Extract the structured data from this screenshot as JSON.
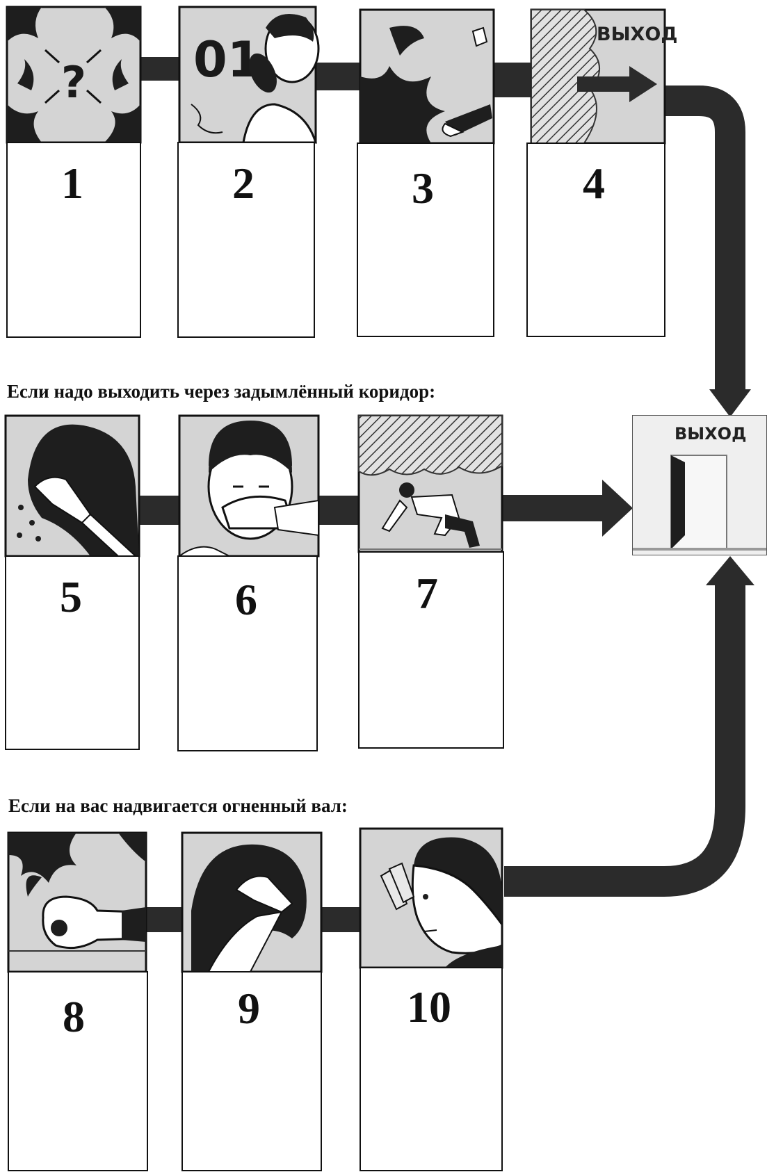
{
  "headings": {
    "smoky_corridor": "Если надо выходить через задымлённый коридор:",
    "fire_wall": "Если на вас надвигается огненный вал:"
  },
  "exit_sign": "ВЫХОД",
  "phone_number": "01",
  "question_mark": "?",
  "cards": [
    {
      "number": "1",
      "picture": "fire-confusion-icon"
    },
    {
      "number": "2",
      "picture": "phone-call-icon"
    },
    {
      "number": "3",
      "picture": "running-from-fire-icon"
    },
    {
      "number": "4",
      "picture": "exit-arrow-icon"
    },
    {
      "number": "5",
      "picture": "wet-cloth-icon"
    },
    {
      "number": "6",
      "picture": "cover-mouth-icon"
    },
    {
      "number": "7",
      "picture": "crawl-low-icon"
    },
    {
      "number": "8",
      "picture": "lie-down-icon"
    },
    {
      "number": "9",
      "picture": "cover-head-icon"
    },
    {
      "number": "10",
      "picture": "pinch-nose-icon"
    }
  ],
  "colors": {
    "connector": "#2b2b2b",
    "picture_background": "#d4d4d4",
    "ink": "#111111"
  }
}
